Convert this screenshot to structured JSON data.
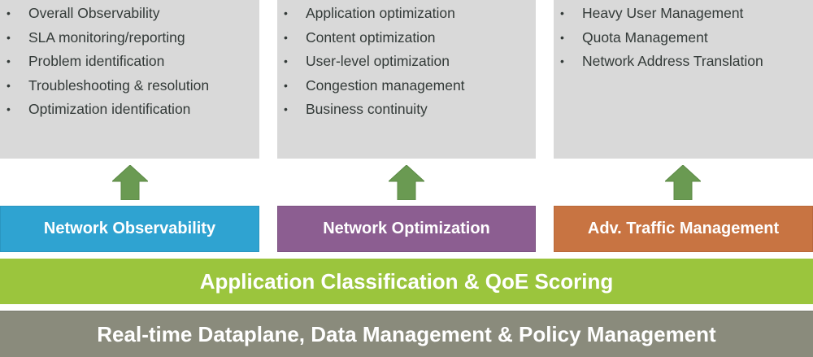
{
  "colors": {
    "feature_box_bg": "#d9d9d9",
    "arrow_green": "#6a9a52",
    "observability_blue": "#2fa3d1",
    "optimization_purple": "#8c5e91",
    "traffic_orange": "#c87442",
    "classification_green": "#9bc53d",
    "dataplane_gray": "#8a8b7c"
  },
  "columns": [
    {
      "features": [
        "Overall Observability",
        "SLA monitoring/reporting",
        "Problem identification",
        "Troubleshooting & resolution",
        "Optimization identification"
      ],
      "category": "Network Observability"
    },
    {
      "features": [
        "Application optimization",
        "Content optimization",
        "User-level optimization",
        "Congestion management",
        "Business continuity"
      ],
      "category": "Network Optimization"
    },
    {
      "features": [
        "Heavy User Management",
        "Quota Management",
        "Network Address Translation"
      ],
      "category": "Adv. Traffic Management"
    }
  ],
  "bullet_glyph": "•",
  "icons": {
    "arrow": "up-arrow-icon"
  },
  "layers": {
    "classification": "Application Classification & QoE Scoring",
    "dataplane": "Real-time Dataplane, Data Management & Policy Management"
  }
}
